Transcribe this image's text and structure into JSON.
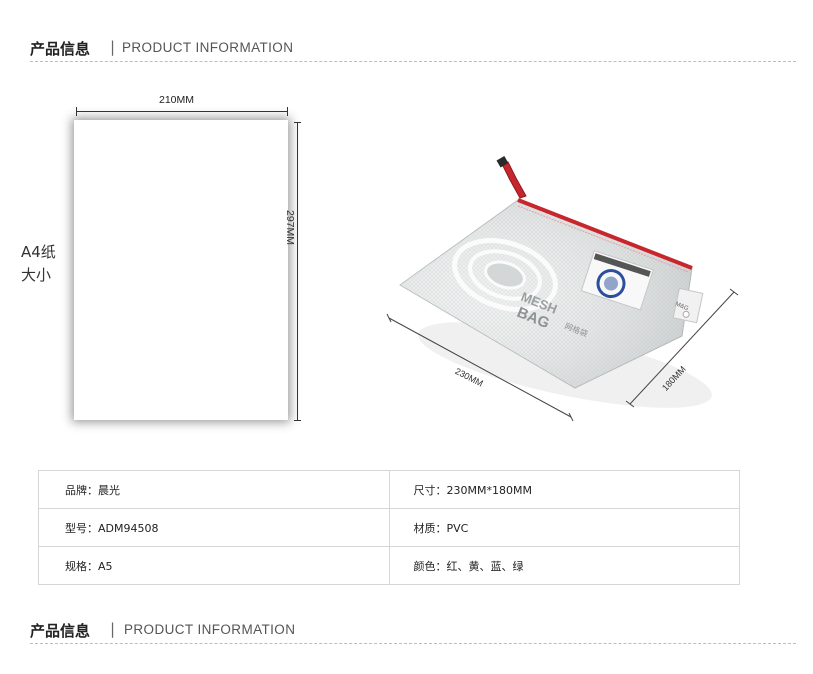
{
  "header_top": {
    "title_cn": "产品信息",
    "separator": "|",
    "title_en": "PRODUCT INFORMATION"
  },
  "header_bottom": {
    "title_cn": "产品信息",
    "separator": "|",
    "title_en": "PRODUCT INFORMATION"
  },
  "paper": {
    "caption_line1": "A4纸",
    "caption_line2": "大小",
    "width_label": "210MM",
    "height_label": "297MM"
  },
  "bag": {
    "width_label": "230MM",
    "height_label": "180MM",
    "print_text_1": "MESH",
    "print_text_2": "BAG",
    "print_text_3": "网格袋",
    "tab_text": "M&G",
    "zipper_color": "#c8262d"
  },
  "specs": [
    {
      "left": "品牌：晨光",
      "right": "尺寸：230MM*180MM"
    },
    {
      "left": "型号：ADM94508",
      "right": "材质：PVC"
    },
    {
      "left": "规格：A5",
      "right": "颜色：红、黄、蓝、绿"
    }
  ]
}
